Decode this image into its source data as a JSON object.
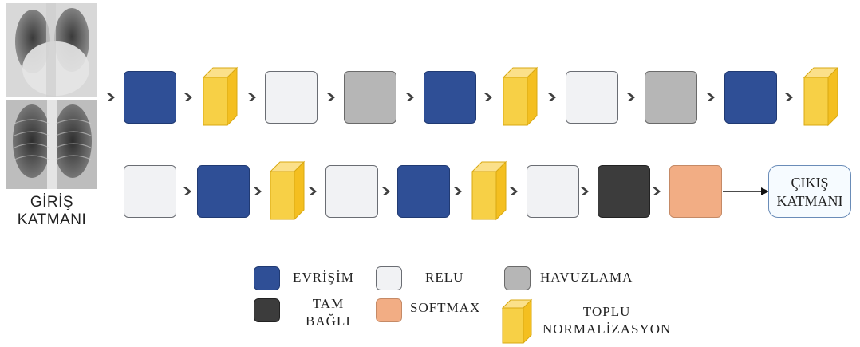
{
  "input_label": [
    "GİRİŞ",
    "KATMANI"
  ],
  "output_label": [
    "ÇIKIŞ",
    "KATMANI"
  ],
  "row1": [
    "conv",
    "bn",
    "relu",
    "pool",
    "conv",
    "bn",
    "relu",
    "pool",
    "conv",
    "bn"
  ],
  "row2": [
    "relu",
    "conv",
    "bn",
    "relu",
    "conv",
    "bn",
    "relu",
    "fc",
    "softmax"
  ],
  "legend": {
    "conv": "EVRİŞİM",
    "relu": "RELU",
    "pool": "HAVUZLAMA",
    "fc": [
      "TAM",
      "BAĞLI"
    ],
    "softmax": "SOFTMAX",
    "bn": [
      "TOPLU",
      "NORMALİZASYON"
    ]
  },
  "colors": {
    "conv": "#2f4f96",
    "relu": "#f1f2f4",
    "pool": "#b6b6b6",
    "fc": "#3c3c3c",
    "softmax": "#f2ad84",
    "bn": "#f7d046"
  }
}
